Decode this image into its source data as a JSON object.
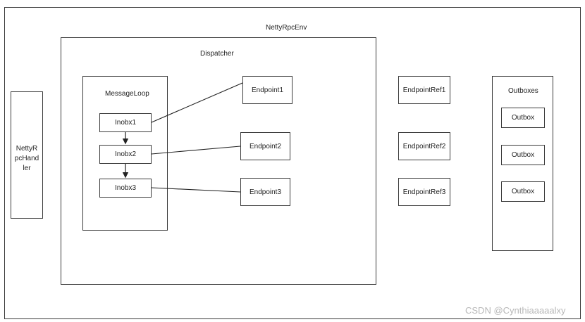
{
  "diagram": {
    "env_label": "NettyRpcEnv",
    "dispatcher_label": "Dispatcher",
    "message_loop_label": "MessageLoop",
    "handler_label": "NettyRpcHandler",
    "inboxes": [
      "Inobx1",
      "Inobx2",
      "Inobx3"
    ],
    "endpoints": [
      "Endpoint1",
      "Endpoint2",
      "Endpoint3"
    ],
    "endpoint_refs": [
      "EndpointRef1",
      "EndpointRef2",
      "EndpointRef3"
    ],
    "outboxes_label": "Outboxes",
    "outboxes": [
      "Outbox",
      "Outbox",
      "Outbox"
    ]
  },
  "watermark": "CSDN @Cynthiaaaaalxy"
}
